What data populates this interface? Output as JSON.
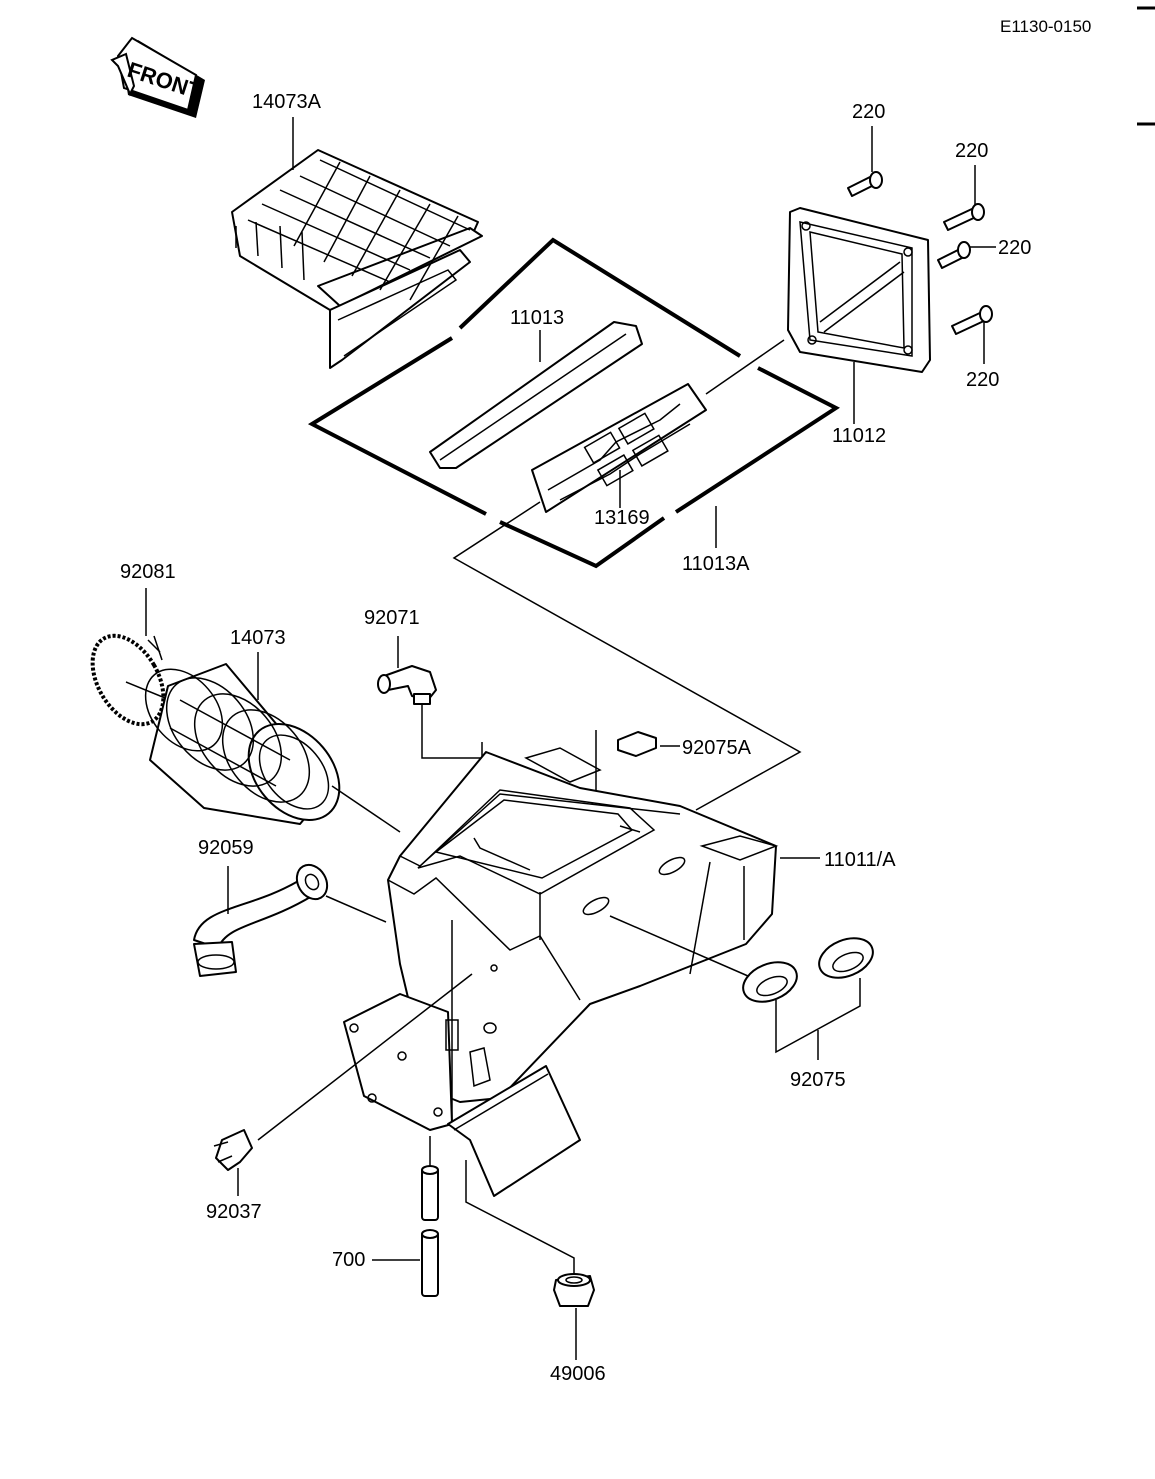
{
  "diagram_code": "E1130-0150",
  "front_label": "FRONT",
  "parts": [
    {
      "id": "p14073A",
      "number": "14073A"
    },
    {
      "id": "p220a",
      "number": "220"
    },
    {
      "id": "p220b",
      "number": "220"
    },
    {
      "id": "p220c",
      "number": "220"
    },
    {
      "id": "p220d",
      "number": "220"
    },
    {
      "id": "p11013",
      "number": "11013"
    },
    {
      "id": "p11012",
      "number": "11012"
    },
    {
      "id": "p13169",
      "number": "13169"
    },
    {
      "id": "p11013A",
      "number": "11013A"
    },
    {
      "id": "p92081",
      "number": "92081"
    },
    {
      "id": "p14073",
      "number": "14073"
    },
    {
      "id": "p92071",
      "number": "92071"
    },
    {
      "id": "p92075A",
      "number": "92075A"
    },
    {
      "id": "p11011A",
      "number": "11011/A"
    },
    {
      "id": "p92059",
      "number": "92059"
    },
    {
      "id": "p92075",
      "number": "92075"
    },
    {
      "id": "p92037",
      "number": "92037"
    },
    {
      "id": "p700",
      "number": "700"
    },
    {
      "id": "p49006",
      "number": "49006"
    }
  ]
}
